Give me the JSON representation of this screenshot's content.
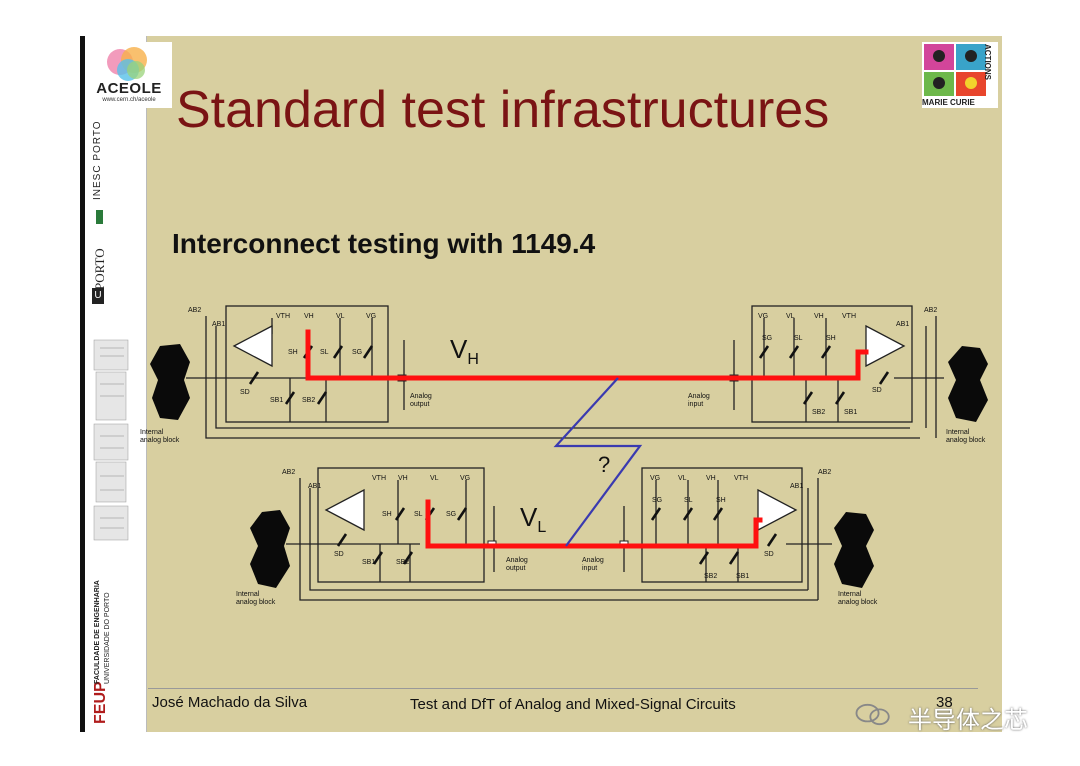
{
  "slide": {
    "title": "Standard test infrastructures",
    "subtitle": "Interconnect testing with 1149.4",
    "footer_author": "José Machado da Silva",
    "footer_course": "Test and DfT of Analog and Mixed-Signal Circuits",
    "page_number": "38"
  },
  "logos": {
    "aceole": "ACEOLE",
    "aceole_url": "www.cern.ch/aceole",
    "marie_curie": "MARIE CURIE",
    "actions": "ACTIONS",
    "inesc": "INESC PORTO",
    "uporto": "PORTO",
    "u_letter": "U",
    "feup": "FEUP",
    "feup_name": "FACULDADE DE ENGENHARIA",
    "feup_univ": "UNIVERSIDADE DO PORTO"
  },
  "diagram": {
    "voltage_high": "V",
    "voltage_high_sub": "H",
    "voltage_low": "V",
    "voltage_low_sub": "L",
    "question": "?",
    "analog_output": [
      "Analog",
      "output"
    ],
    "analog_input": [
      "Analog",
      "input"
    ],
    "internal_block": [
      "Internal",
      "analog block"
    ],
    "switches": [
      "SH",
      "SL",
      "SG",
      "SD",
      "SB1",
      "SB2"
    ],
    "rails": [
      "VTH",
      "VH",
      "VL",
      "VG"
    ],
    "buses": [
      "AB1",
      "AB2"
    ]
  },
  "watermark": "半导体之芯",
  "colors": {
    "slide_bg": "#d8cfa0",
    "title": "#7a1414",
    "highlight": "#ff0000",
    "interconnect": "#3a3ab0"
  }
}
